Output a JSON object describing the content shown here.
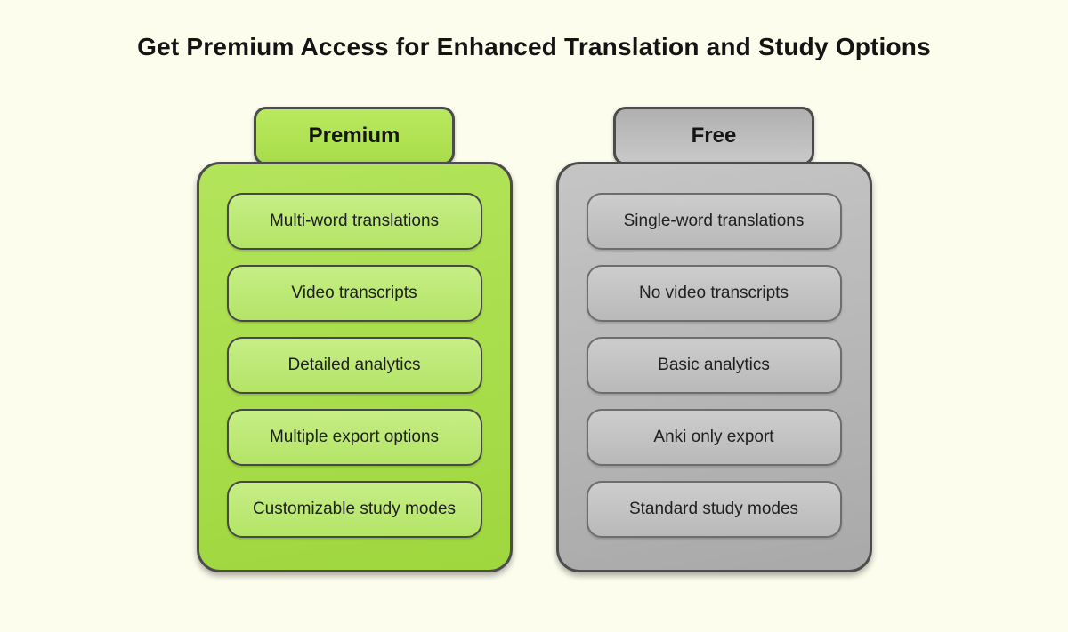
{
  "page": {
    "title": "Get Premium Access for Enhanced Translation and Study Options"
  },
  "columns": [
    {
      "id": "premium",
      "label": "Premium",
      "items": [
        "Multi-word translations",
        "Video transcripts",
        "Detailed analytics",
        "Multiple export options",
        "Customizable study modes"
      ]
    },
    {
      "id": "free",
      "label": "Free",
      "items": [
        "Single-word translations",
        "No video transcripts",
        "Basic analytics",
        "Anki only export",
        "Standard study modes"
      ]
    }
  ],
  "colors": {
    "background": "#fdfdee",
    "title_text": "#141414",
    "outline": "#4c4c4c",
    "item_text": "#202020",
    "premium_tab_top": "#b9e95f",
    "premium_tab_bottom": "#a9dd4a",
    "premium_card_top": "#b3e45b",
    "premium_card_bottom": "#9fd73e",
    "premium_pill_top": "#c6ee86",
    "premium_pill_bottom": "#b4e467",
    "premium_pill_border": "#474747",
    "free_tab_top": "#b0b0b0",
    "free_tab_bottom": "#c9c9c9",
    "free_card_top": "#c5c5c5",
    "free_card_bottom": "#a9a9a9",
    "free_pill_top": "#cdcdcd",
    "free_pill_bottom": "#b9b9b9",
    "free_pill_border": "#6d6d6d"
  }
}
